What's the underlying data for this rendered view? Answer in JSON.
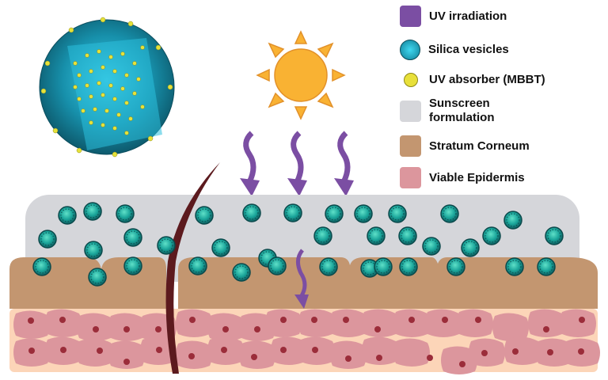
{
  "legend": {
    "items": [
      {
        "key": "uv",
        "label": "UV irradiation",
        "color": "#7b4ea3"
      },
      {
        "key": "vesicle",
        "label": "Silica vesicles",
        "color": "#1a9fb8"
      },
      {
        "key": "absorber",
        "label": "UV absorber (MBBT)",
        "color": "#e8e03a"
      },
      {
        "key": "sunscreen",
        "label": "Sunscreen formulation",
        "color": "#d5d6da"
      },
      {
        "key": "stratum",
        "label": "Stratum Corneum",
        "color": "#c39670"
      },
      {
        "key": "epidermis",
        "label": "Viable Epidermis",
        "color": "#dc969d"
      }
    ]
  },
  "colors": {
    "sun": "#f9b233",
    "sun_stroke": "#e2912a",
    "uv": "#7b4ea3",
    "sunscreen": "#d5d6da",
    "stratum": "#c39670",
    "epidermis_bg": "#fcd5b8",
    "cell": "#dc969d",
    "nucleus": "#9b2d3a",
    "hair": "#5c1a1e",
    "vesicle": "#1a9fb8",
    "vesicle_dark": "#10696e",
    "absorber": "#e8e03a"
  }
}
